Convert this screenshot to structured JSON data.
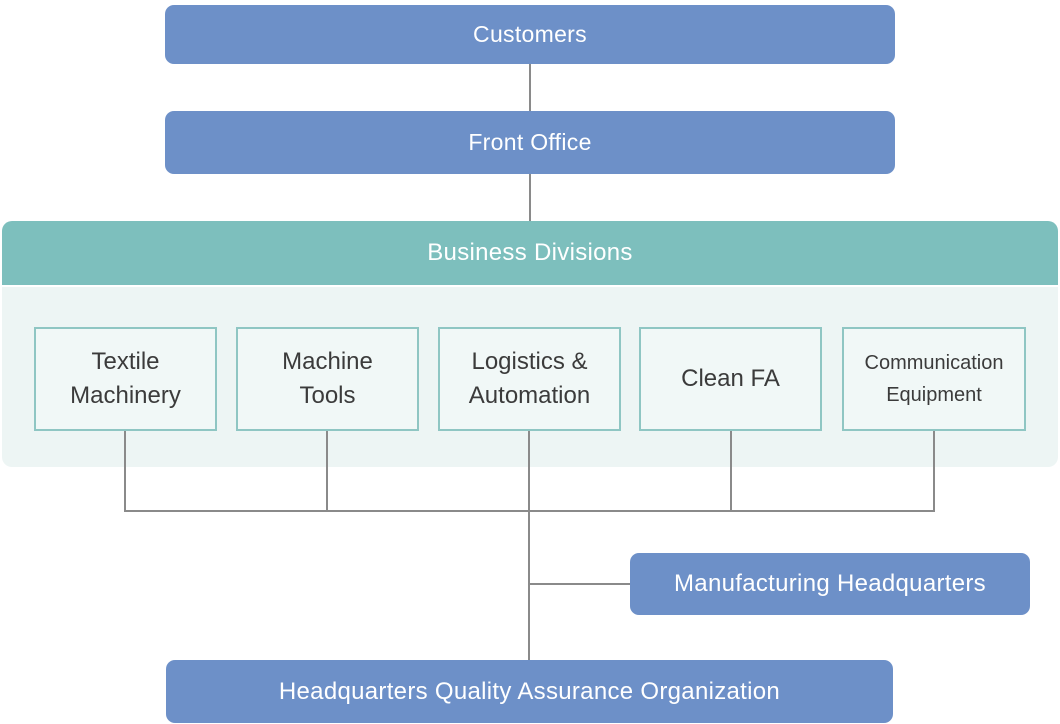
{
  "diagram": {
    "customers": {
      "label": "Customers"
    },
    "front_office": {
      "label": "Front Office"
    },
    "business_divisions": {
      "label": "Business Divisions",
      "divisions": [
        {
          "label": "Textile Machinery",
          "lines": [
            "Textile",
            "Machinery"
          ]
        },
        {
          "label": "Machine Tools",
          "lines": [
            "Machine",
            "Tools"
          ]
        },
        {
          "label": "Logistics & Automation",
          "lines": [
            "Logistics &",
            "Automation"
          ]
        },
        {
          "label": "Clean FA",
          "lines": [
            "Clean FA"
          ]
        },
        {
          "label": "Communication Equipment",
          "lines": [
            "Communication",
            "Equipment"
          ]
        }
      ]
    },
    "manufacturing_headquarters": {
      "label": "Manufacturing Headquarters"
    },
    "headquarters_qa": {
      "label": "Headquarters Quality Assurance Organization"
    }
  },
  "colors": {
    "node_blue": "#6d90c8",
    "header_teal": "#7dbfbd",
    "panel_teal_light": "#edf5f4",
    "division_fill": "#f1f8f7",
    "division_border": "#8fc6c3",
    "connector_gray": "#8a8a8a",
    "text_dark": "#3b3b3b",
    "text_light": "#ffffff"
  }
}
